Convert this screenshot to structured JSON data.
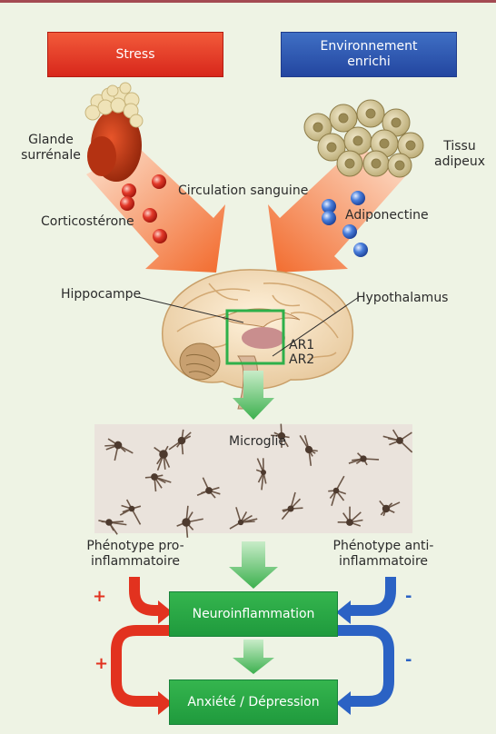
{
  "boxes": {
    "stress": "Stress",
    "environment": "Environnement enrichi",
    "neuroinflammation": "Neuroinflammation",
    "anxiety": "Anxiété / Dépression"
  },
  "labels": {
    "adrenal_gland": "Glande surrénale",
    "adipose_tissue": "Tissu adipeux",
    "blood_circulation": "Circulation sanguine",
    "corticosterone": "Corticostérone",
    "adiponectin": "Adiponectine",
    "hippocampus": "Hippocampe",
    "hypothalamus": "Hypothalamus",
    "ar1": "AR1",
    "ar2": "AR2",
    "microglia": "Microglie",
    "pro_phenotype": "Phénotype pro-inflammatoire",
    "anti_phenotype": "Phénotype anti-inflammatoire"
  },
  "signs": {
    "plus_top": "+",
    "plus_bottom": "+",
    "minus_top": "-",
    "minus_bottom": "-"
  },
  "colors": {
    "stress_red": "#e2321f",
    "enriched_blue": "#2b52aa",
    "process_green": "#2aa845",
    "background": "#eef3e4"
  }
}
